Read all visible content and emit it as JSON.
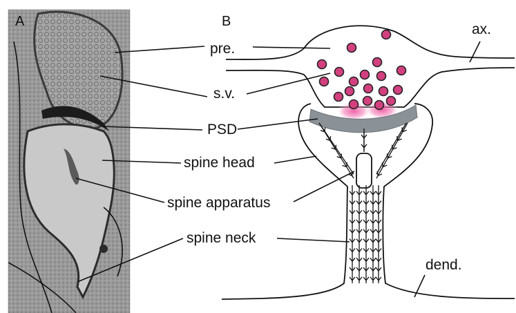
{
  "panels": {
    "a": "A",
    "b": "B"
  },
  "labels": {
    "pre": "pre.",
    "sv": "s.v.",
    "psd": "PSD",
    "spine_head": "spine head",
    "spine_apparatus": "spine apparatus",
    "spine_neck": "spine neck",
    "ax": "ax.",
    "dend": "dend."
  },
  "colors": {
    "vesicle_fill": "#d3407f",
    "psd_band": "#8a9298",
    "release_glow": "#f05aa5",
    "micrograph_bg": "#8f8f8f"
  },
  "micrograph": {
    "description_icon": "electron-micrograph-image"
  }
}
